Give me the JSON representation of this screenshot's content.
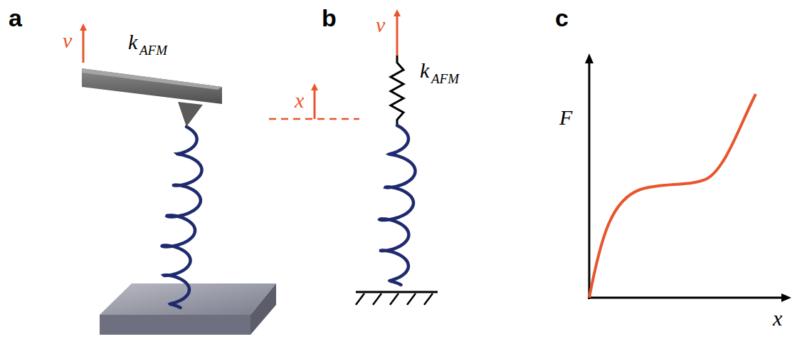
{
  "diagram": {
    "labels": [
      "a",
      "v",
      "k",
      "AFM",
      "b",
      "x",
      "v",
      "k",
      "AFM",
      "c",
      "F",
      "x"
    ]
  }
}
